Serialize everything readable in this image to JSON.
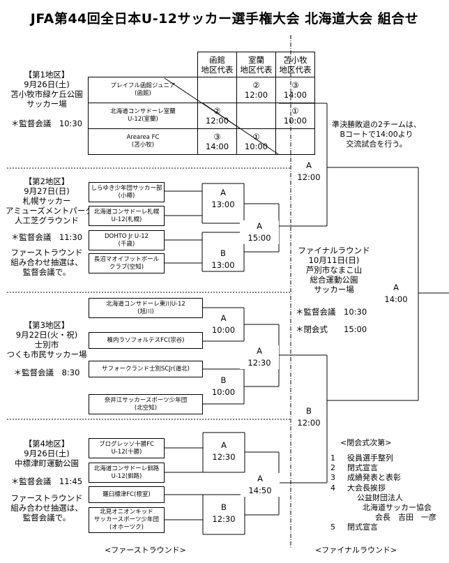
{
  "title": "JFA第44回全日本U-12サッカー選手権大会 北海道大会 組合せ",
  "districts": [
    {
      "header": "【第1地区】",
      "date": "9月26日(土)",
      "venue": [
        "苫小牧市緑ケ丘公園",
        "サッカー場"
      ],
      "meeting": "＊監督会議　10:30",
      "note": []
    },
    {
      "header": "【第2地区】",
      "date": "9月27日(日)",
      "venue": [
        "札幌サッカー",
        "アミューズメントパーク",
        "人工芝グラウンド"
      ],
      "meeting": "＊監督会議　11:30",
      "note": [
        "ファーストラウンド",
        "組み合わせ抽選は、",
        "監督会議で。"
      ]
    },
    {
      "header": "【第3地区】",
      "date": "9月22日(火・祝)",
      "venue": [
        "士別市",
        "つくも市民サッカー場"
      ],
      "meeting": "＊監督会議　8:30",
      "note": []
    },
    {
      "header": "【第4地区】",
      "date": "9月26日(土)",
      "venue": [
        "中標津町運動公園"
      ],
      "meeting": "＊監督会議　11:45",
      "note": [
        "ファーストラウンド",
        "組み合わせ抽選は、",
        "監督会議で。"
      ]
    }
  ],
  "round_robin": {
    "headers": [
      [
        "函館",
        "地区代表"
      ],
      [
        "室蘭",
        "地区代表"
      ],
      [
        "苫小牧",
        "地区代表"
      ]
    ],
    "teams": [
      {
        "name": [
          "プレイフル函館ジュニア",
          "(函館)"
        ],
        "cells": [
          "",
          "② 12:00",
          "③ 14:00"
        ]
      },
      {
        "name": [
          "北海道コンサドーレ室蘭",
          "U-12(室蘭)"
        ],
        "cells": [
          "② 12:00",
          "",
          "① 10:00"
        ]
      },
      {
        "name": [
          "Arearea FC",
          "(苫小牧)"
        ],
        "cells": [
          "③ 14:00",
          "① 10:00",
          ""
        ]
      }
    ]
  },
  "teams2": [
    [
      "しらゆき少年団サッカー部",
      "(小樽)"
    ],
    [
      "北海道コンサドーレ札幌",
      "U-12(札幌)"
    ],
    [
      "DOHTO Jr U-12",
      "(千歳)"
    ],
    [
      "長沼マオイフットボール",
      "クラブ(空知)"
    ]
  ],
  "teams3": [
    [
      "北海道コンサドーレ東川U-12",
      "(旭川)"
    ],
    [
      "稚内ラソフォルテスFC(宗谷)"
    ],
    [
      "サフォークランド士別SCJr(道北)"
    ],
    [
      "奈井江サッカースポーツ少年団",
      "(北空知)"
    ]
  ],
  "teams4": [
    [
      "ブログレッソ十勝FC",
      "U-12(十勝)"
    ],
    [
      "北海道コンサドーレ釧路",
      "U-12(釧路)"
    ],
    [
      "羅臼標津FC(根室)"
    ],
    [
      "北見オニオンキッド",
      "サッカースポーツ少年団",
      "(オホーツク)"
    ]
  ],
  "matches": {
    "d2a": [
      "A",
      "13:00"
    ],
    "d2b": [
      "B",
      "13:00"
    ],
    "d2f": [
      "A",
      "15:00"
    ],
    "d3a": [
      "A",
      "10:00"
    ],
    "d3b": [
      "B",
      "10:00"
    ],
    "d3f": [
      "A",
      "12:30"
    ],
    "d4a": [
      "A",
      "12:30"
    ],
    "d4b": [
      "B",
      "12:30"
    ],
    "d4f": [
      "A",
      "14:50"
    ],
    "sa": [
      "A",
      "12:00"
    ],
    "sb": [
      "B",
      "12:00"
    ],
    "fin": [
      "A",
      "14:00"
    ]
  },
  "consolation": [
    "準決勝敗退の2チームは、",
    "Bコートで14:00より",
    "交流試合を行う。"
  ],
  "final_round": {
    "lines": [
      "ファイナルラウンド",
      "10月11日(日)",
      "芦別市なまこ山",
      "総合運動公園",
      "サッカー場"
    ],
    "meeting": "＊監督会議　10:30",
    "closing": "＊閉会式　　15:00"
  },
  "ceremony": {
    "title": "<閉会式次第>",
    "items": [
      {
        "num": "1",
        "text": "役員選手整列"
      },
      {
        "num": "2",
        "text": "閉式宣言"
      },
      {
        "num": "3",
        "text": "成績発表と表彰"
      },
      {
        "num": "4",
        "text": "大会長挨拶"
      },
      {
        "num": "",
        "text": "公益財団法人"
      },
      {
        "num": "",
        "text": "北海道サッカー協会"
      },
      {
        "num": "",
        "text": "会長　吉田　一彦"
      },
      {
        "num": "5",
        "text": "閉式宣言"
      }
    ]
  },
  "footer": {
    "left": "<ファーストラウンド>",
    "right": "<ファイナルラウンド>"
  }
}
